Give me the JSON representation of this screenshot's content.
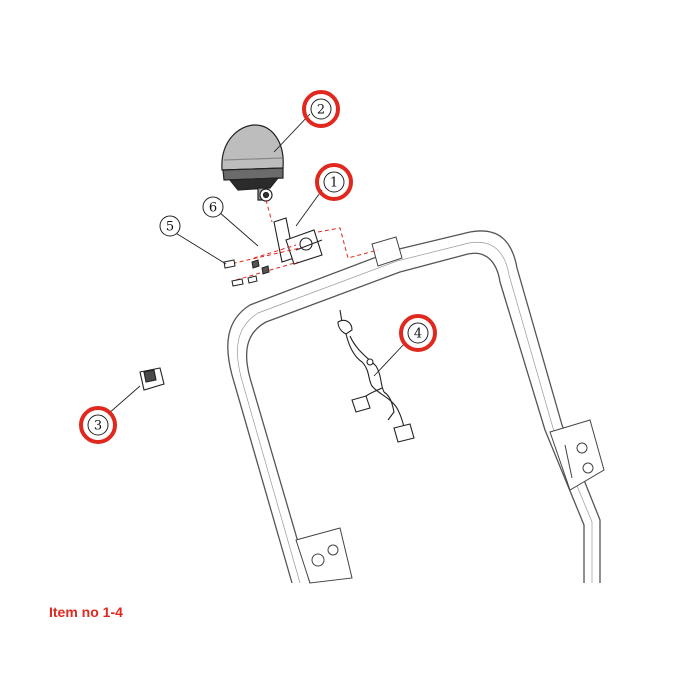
{
  "caption": "Item no 1-4",
  "colors": {
    "highlight": "#e0281e",
    "line": "#222222",
    "frame": "#555555"
  },
  "callouts": [
    {
      "id": "1",
      "highlighted": true
    },
    {
      "id": "2",
      "highlighted": true
    },
    {
      "id": "3",
      "highlighted": true
    },
    {
      "id": "4",
      "highlighted": true
    },
    {
      "id": "5",
      "highlighted": false
    },
    {
      "id": "6",
      "highlighted": false
    }
  ]
}
